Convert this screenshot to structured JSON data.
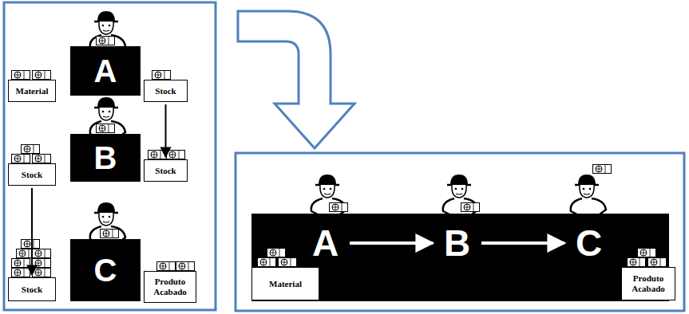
{
  "diagram": {
    "nodes": [
      {
        "text": [
          "Material"
        ]
      },
      {
        "text": [
          "A"
        ]
      },
      {
        "text": [
          "Stock"
        ]
      },
      {
        "text": [
          "Stock"
        ]
      },
      {
        "text": [
          "B"
        ]
      },
      {
        "text": [
          "Stock"
        ]
      },
      {
        "text": [
          "Stock"
        ]
      },
      {
        "text": [
          "C"
        ]
      },
      {
        "text": [
          "Produto Acabado"
        ]
      },
      {
        "text": [
          "Material"
        ]
      },
      {
        "text": [
          "A"
        ]
      },
      {
        "text": [
          "B"
        ]
      },
      {
        "text": [
          "C"
        ]
      },
      {
        "text": [
          "Produto Acabado"
        ]
      }
    ],
    "edges": [
      {
        "from": 2,
        "to": 5,
        "arrow": "to"
      },
      {
        "from": 3,
        "to": 6,
        "arrow": "to"
      },
      {
        "from": 10,
        "to": 11,
        "arrow": "to"
      },
      {
        "from": 11,
        "to": 12,
        "arrow": "to"
      }
    ]
  }
}
